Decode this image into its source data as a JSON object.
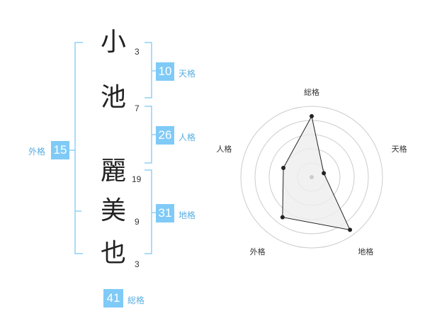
{
  "name_characters": [
    {
      "char": "小",
      "strokes": "3"
    },
    {
      "char": "池",
      "strokes": "7"
    },
    {
      "char": "麗",
      "strokes": "19"
    },
    {
      "char": "美",
      "strokes": "9"
    },
    {
      "char": "也",
      "strokes": "3"
    }
  ],
  "fortunes": {
    "tenkaku": {
      "value": "10",
      "label": "天格"
    },
    "jinkaku": {
      "value": "26",
      "label": "人格"
    },
    "chikaku": {
      "value": "31",
      "label": "地格"
    },
    "gaikaku": {
      "value": "15",
      "label": "外格"
    },
    "soukaku": {
      "value": "41",
      "label": "総格"
    }
  },
  "chart_data": {
    "type": "radar",
    "axes": [
      "総格",
      "天格",
      "地格",
      "外格",
      "人格"
    ],
    "values": [
      4.3,
      0.9,
      4.6,
      3.5,
      2.1
    ],
    "rings": 5,
    "max": 5,
    "grid": true
  },
  "colors": {
    "accent": "#7fcaf7",
    "bracket": "#8fd0f5",
    "label": "#5aaee0",
    "radar_fill": "#eeeeee",
    "radar_line": "#222222",
    "ring": "#cccccc"
  }
}
